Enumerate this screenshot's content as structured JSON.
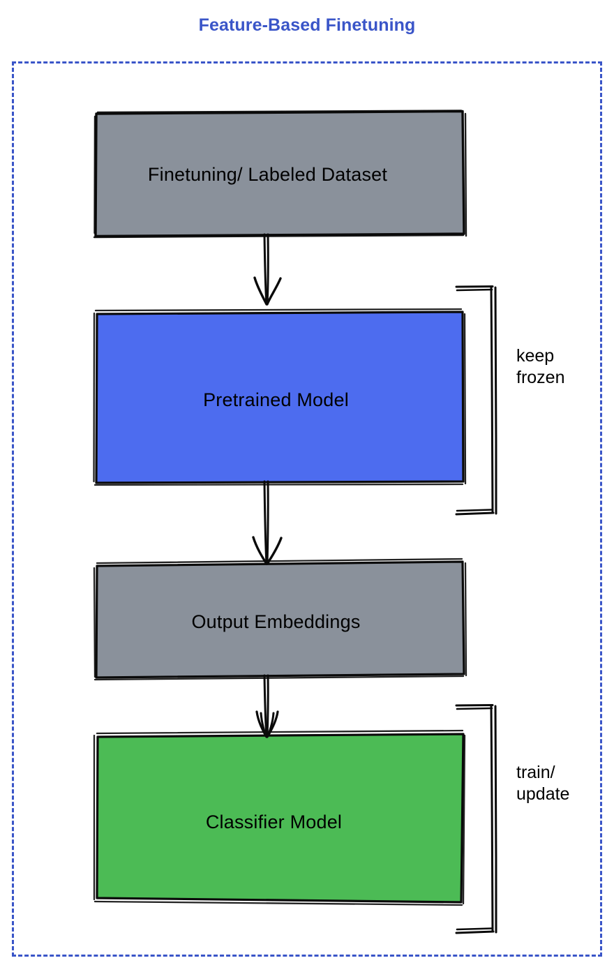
{
  "diagram": {
    "title": "Feature-Based Finetuning",
    "title_color": "#3a55c8",
    "frame": {
      "style": "dashed",
      "color": "#3a55c8"
    },
    "nodes": [
      {
        "id": "dataset",
        "label": "Finetuning/ Labeled Dataset",
        "fill": "#8a919b",
        "stroke": "#000000"
      },
      {
        "id": "pretrained",
        "label": "Pretrained Model",
        "fill": "#4d6cef",
        "stroke": "#000000"
      },
      {
        "id": "embeddings",
        "label": "Output Embeddings",
        "fill": "#8a919b",
        "stroke": "#000000"
      },
      {
        "id": "classifier",
        "label": "Classifier Model",
        "fill": "#4cbb55",
        "stroke": "#000000"
      }
    ],
    "edges": [
      {
        "id": "dataset-pretrained",
        "from": "dataset",
        "to": "pretrained",
        "style": "arrow-down"
      },
      {
        "id": "pretrained-embeddings",
        "from": "pretrained",
        "to": "embeddings",
        "style": "arrow-down"
      },
      {
        "id": "embeddings-classifier",
        "from": "embeddings",
        "to": "classifier",
        "style": "arrow-down"
      }
    ],
    "annotations": [
      {
        "id": "frozen",
        "target": "pretrained",
        "line1": "keep",
        "line2": "frozen"
      },
      {
        "id": "train",
        "target": "classifier",
        "line1": "train/",
        "line2": "update"
      }
    ]
  }
}
